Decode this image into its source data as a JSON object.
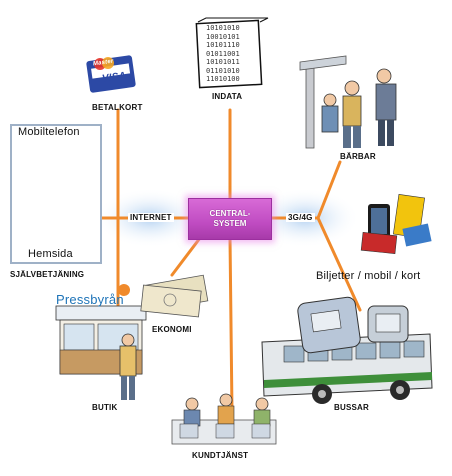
{
  "center": {
    "line1": "CENTRAL-",
    "line2": "SYSTEM"
  },
  "labels": {
    "betalkort": "BETALKORT",
    "card_brand": "VISA",
    "card_issuer": "Master",
    "indata": "INDATA",
    "barbar": "BÄRBAR",
    "internet": "INTERNET",
    "network": "3G/4G",
    "mobiltelefon": "Mobiltelefon",
    "hemsida": "Hemsida",
    "sjalvbetjaning": "SJÄLVBETJÄNING",
    "biljetter": "Biljetter / mobil / kort",
    "pressbyran": "Pressbyrån",
    "ekonomi": "EKONOMI",
    "butik": "BUTIK",
    "bussar": "BUSSAR",
    "kundtjanst": "KUNDTJÄNST"
  },
  "binary_lines": [
    "10101010",
    "10010101",
    "10101110",
    "01011001",
    "10101011",
    "01101010",
    "11010100"
  ],
  "colors": {
    "connector": "#f08a2b",
    "center_fill": "#c44fc6",
    "glow": "#bcd7f0",
    "panel_border": "#9fb1c7",
    "pressbyran": "#1f74b8",
    "bus_body": "#dfe3e6",
    "bus_stripe": "#3e8f3a"
  }
}
